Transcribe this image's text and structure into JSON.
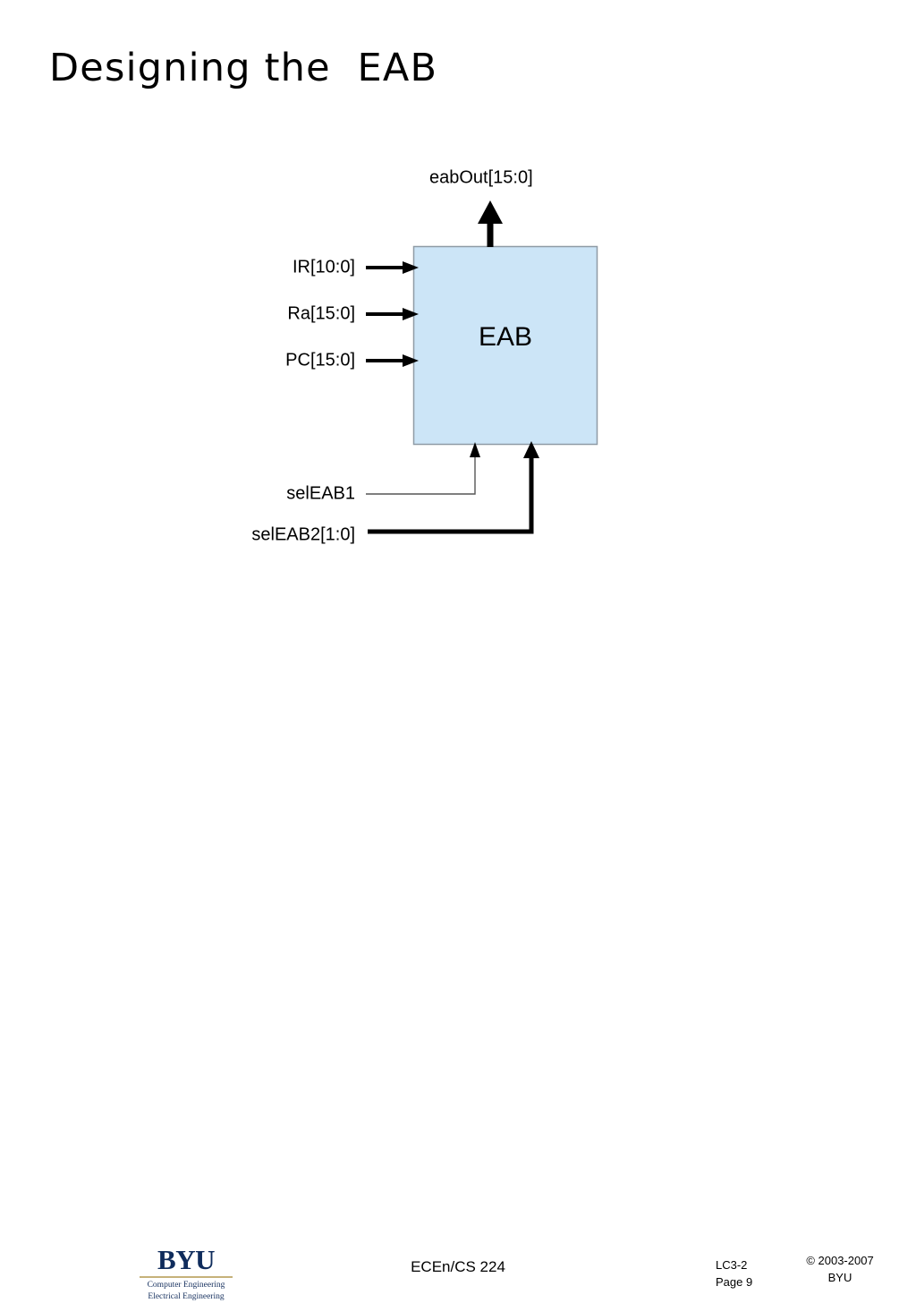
{
  "slide": {
    "title": "Designing the  EAB",
    "background_color": "#ffffff"
  },
  "diagram": {
    "block": {
      "label": "EAB",
      "fill_color": "#cce5f7",
      "border_color": "#8f9ba6"
    },
    "output": {
      "label": "eabOut[15:0]",
      "kind": "bus"
    },
    "inputs": [
      {
        "label": "IR[10:0]",
        "kind": "bus"
      },
      {
        "label": "Ra[15:0]",
        "kind": "bus"
      },
      {
        "label": "PC[15:0]",
        "kind": "bus"
      }
    ],
    "controls": [
      {
        "label": "selEAB1",
        "kind": "wire"
      },
      {
        "label": "selEAB2[1:0]",
        "kind": "bus"
      }
    ]
  },
  "footer": {
    "logo": {
      "wordmark": "BYU",
      "dept_line1": "Computer Engineering",
      "dept_line2": "Electrical Engineering",
      "color": "#0f2c5c",
      "rule_color": "#c6b27a"
    },
    "course": "ECEn/CS 224",
    "deck_ref": "LC3-2",
    "page": "Page 9",
    "copyright_line1": "© 2003-2007",
    "copyright_line2": "BYU"
  }
}
